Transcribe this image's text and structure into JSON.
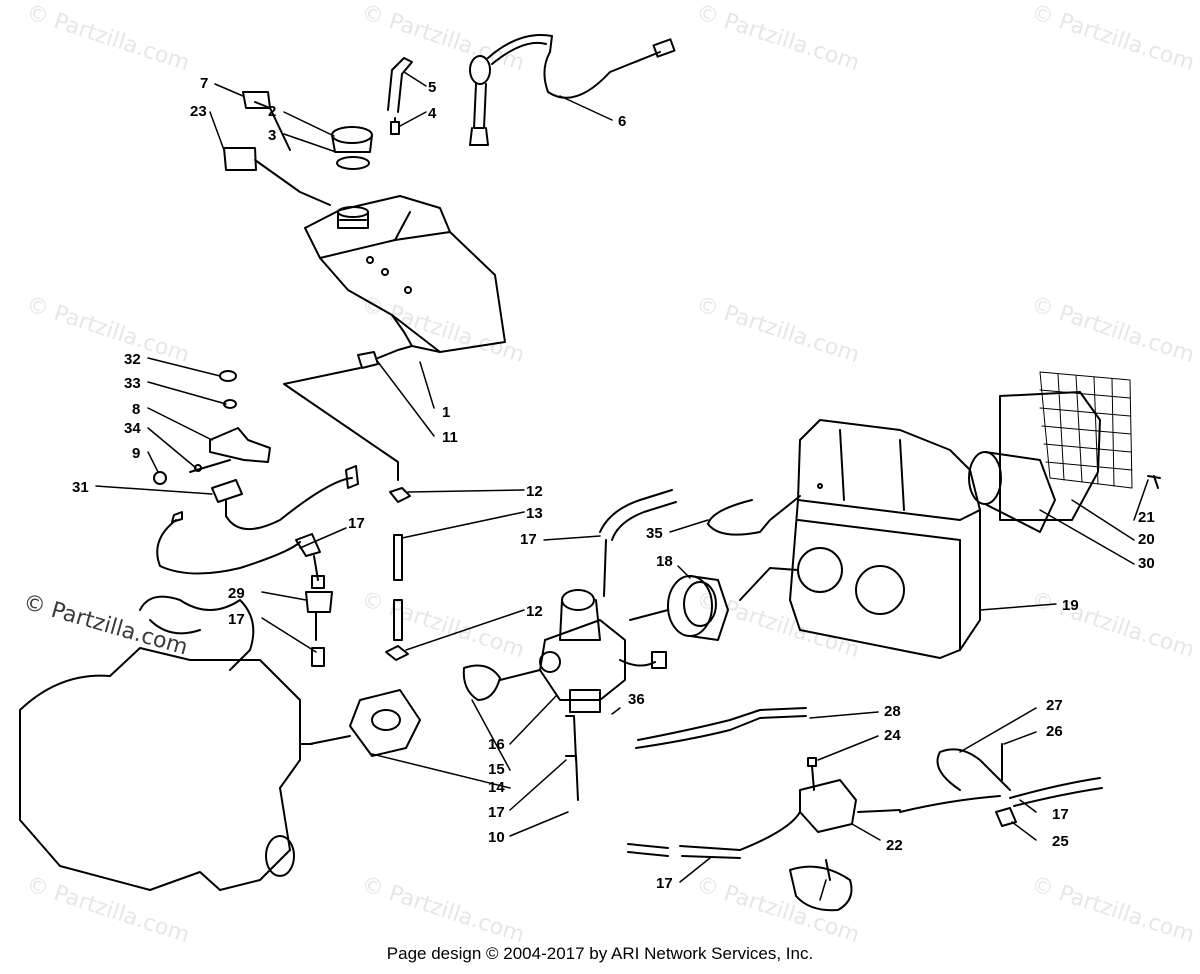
{
  "watermark_text": "© Partzilla.com",
  "footer": {
    "copyright": "Page design © 2004-2017 by ARI Network Services, Inc."
  },
  "callouts": {
    "c1": "1",
    "c2": "2",
    "c3": "3",
    "c4": "4",
    "c5": "5",
    "c6": "6",
    "c7": "7",
    "c8": "8",
    "c9": "9",
    "c10": "10",
    "c11": "11",
    "c12a": "12",
    "c12b": "12",
    "c13": "13",
    "c14": "14",
    "c15": "15",
    "c16": "16",
    "c17a": "17",
    "c17b": "17",
    "c17c": "17",
    "c17d": "17",
    "c17e": "17",
    "c17f": "17",
    "c18": "18",
    "c19": "19",
    "c20": "20",
    "c21": "21",
    "c22": "22",
    "c23": "23",
    "c24": "24",
    "c25": "25",
    "c26": "26",
    "c27": "27",
    "c28": "28",
    "c29": "29",
    "c30": "30",
    "c31": "31",
    "c32": "32",
    "c33": "33",
    "c34": "34",
    "c35": "35",
    "c36": "36"
  },
  "colors": {
    "line": "#000000",
    "watermark": "#e6e6e6",
    "background": "#ffffff"
  }
}
